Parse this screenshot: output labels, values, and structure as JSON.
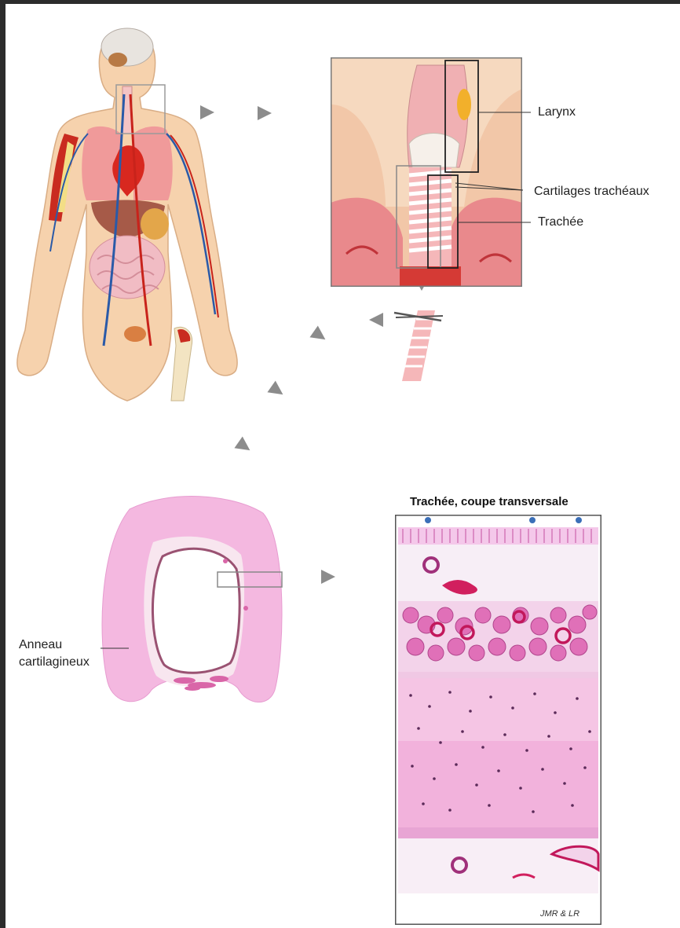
{
  "labels": {
    "larynx": "Larynx",
    "cartilages": "Cartilages trachéaux",
    "trachee": "Trachée",
    "anneau_line1": "Anneau",
    "anneau_line2": "cartilagineux"
  },
  "histology": {
    "title": "Trachée, coupe transversale",
    "credit": "JMR & LR"
  }
}
